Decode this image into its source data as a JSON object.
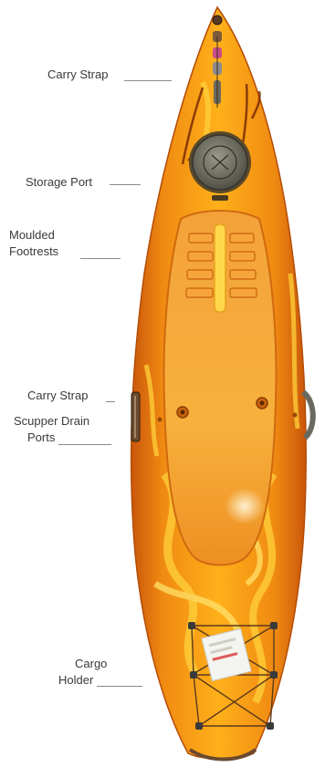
{
  "labels": {
    "carry_strap_top": "Carry Strap",
    "storage_port": "Storage Port",
    "moulded_footrests": [
      "Moulded",
      "Footrests"
    ],
    "carry_strap_side": "Carry Strap",
    "scupper_drain_ports": [
      "Scupper Drain",
      "Ports"
    ],
    "cargo_holder": [
      "Cargo",
      "Holder"
    ]
  },
  "colors": {
    "hull_orange": "#f08a12",
    "hull_yellow": "#ffc21e",
    "hull_deep": "#d25a06",
    "hatch": "#6b6b5e",
    "label_text": "#3a3a3a",
    "leader_line": "#8a8a8a"
  }
}
